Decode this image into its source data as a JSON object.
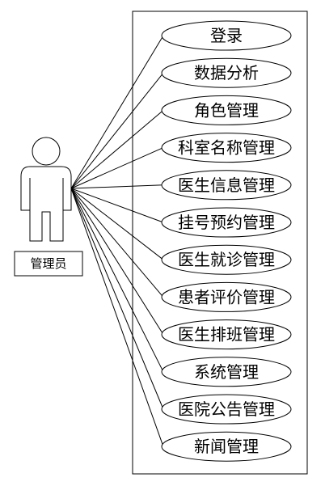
{
  "actor": {
    "label": "管理员"
  },
  "use_cases": [
    {
      "label": "登录"
    },
    {
      "label": "数据分析"
    },
    {
      "label": "角色管理"
    },
    {
      "label": "科室名称管理"
    },
    {
      "label": "医生信息管理"
    },
    {
      "label": "挂号预约管理"
    },
    {
      "label": "医生就诊管理"
    },
    {
      "label": "患者评价管理"
    },
    {
      "label": "医生排班管理"
    },
    {
      "label": "系统管理"
    },
    {
      "label": "医院公告管理"
    },
    {
      "label": "新闻管理"
    }
  ]
}
